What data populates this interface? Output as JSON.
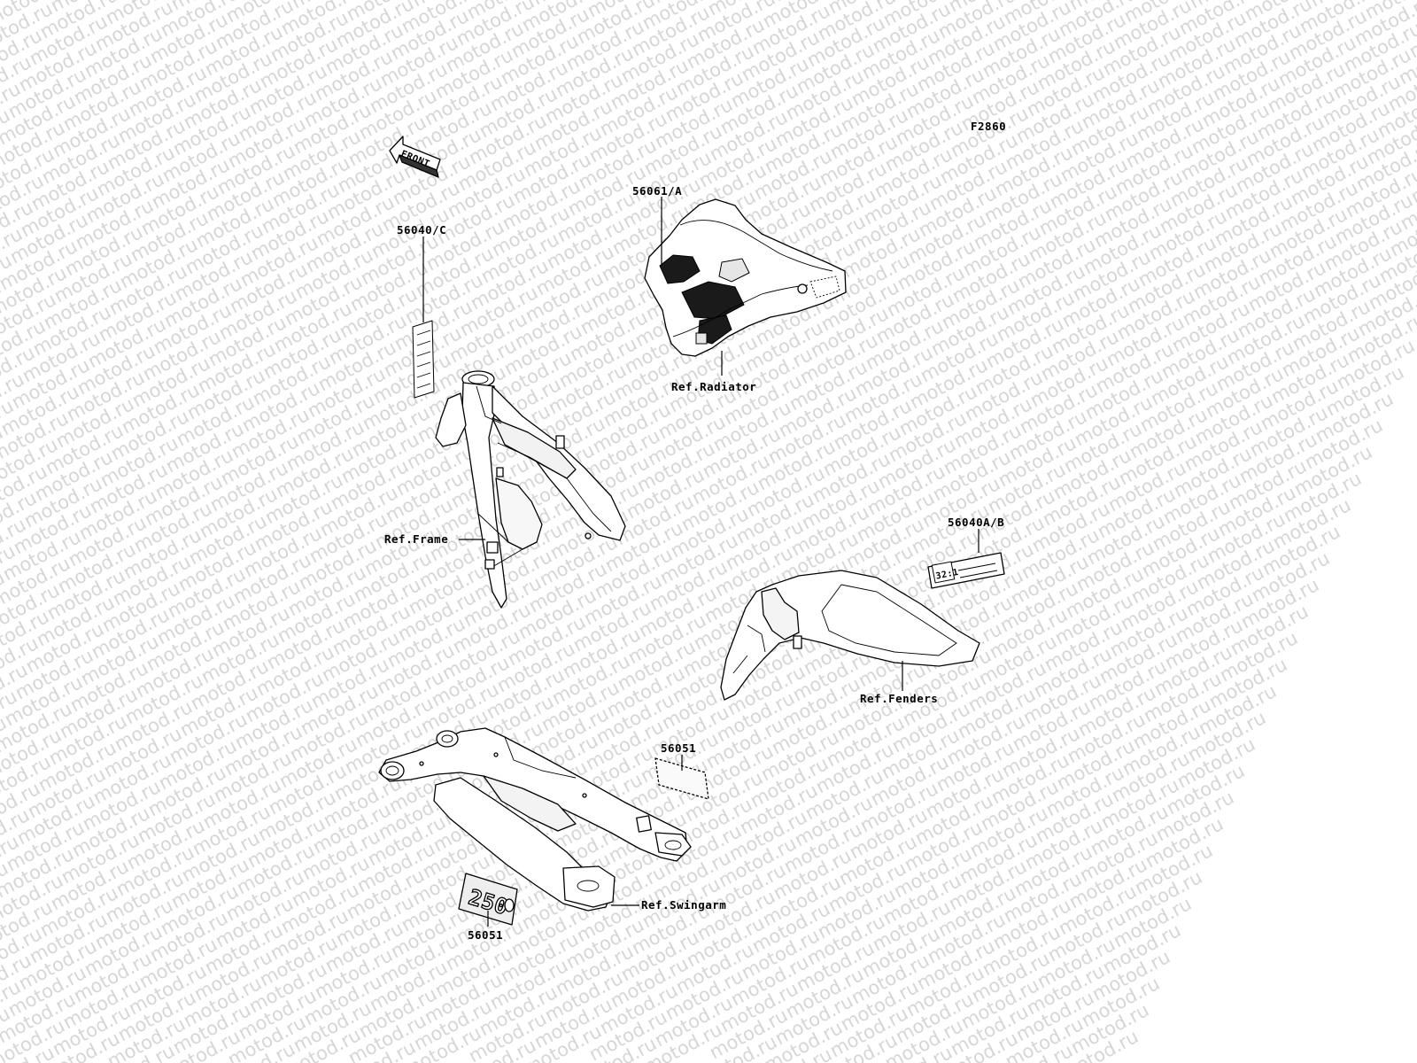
{
  "watermark": {
    "text": "motod.ru"
  },
  "figure_code": "F2860",
  "front_arrow": {
    "text": "FRONT"
  },
  "decal_250": {
    "text": "250"
  },
  "decal_3211": {
    "text": "32:1"
  },
  "callouts": {
    "c_56061A": "56061/A",
    "c_56040C": "56040/C",
    "c_56040AB": "56040A/B",
    "c_56051_top": "56051",
    "c_56051_bottom": "56051",
    "ref_radiator": "Ref.Radiator",
    "ref_frame": "Ref.Frame",
    "ref_fenders": "Ref.Fenders",
    "ref_swingarm": "Ref.Swingarm"
  }
}
